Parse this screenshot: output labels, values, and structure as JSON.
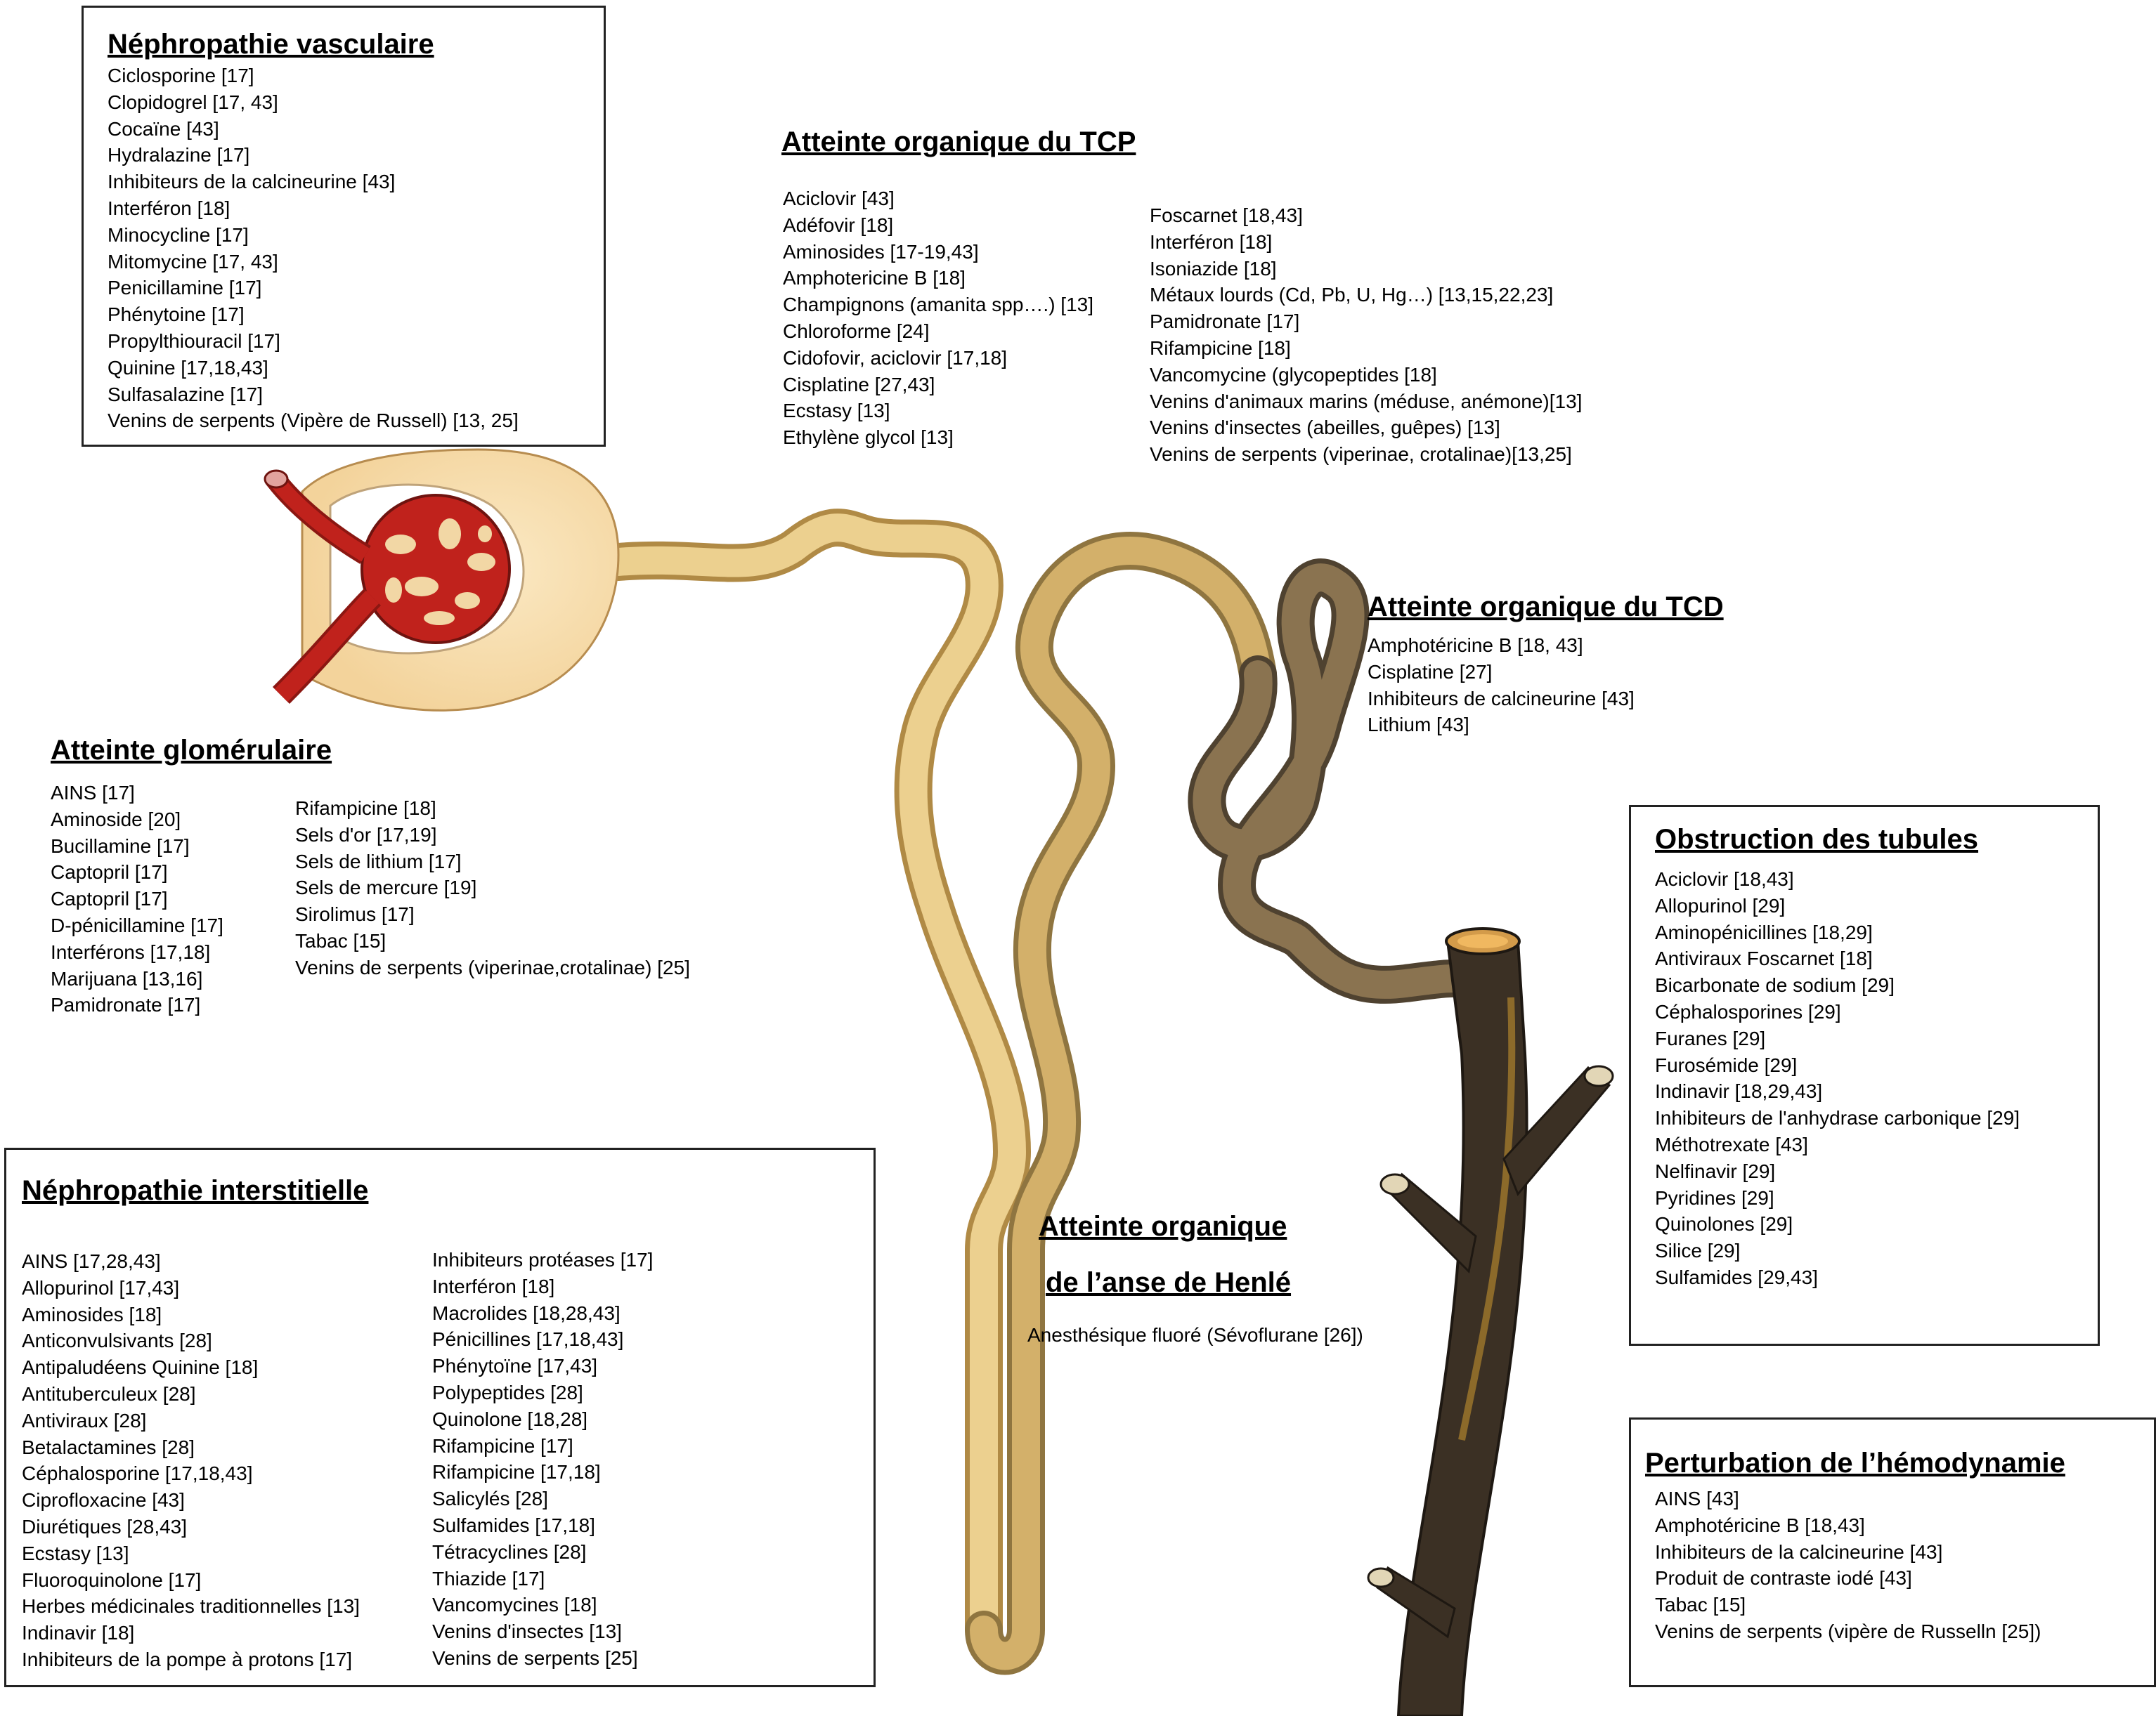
{
  "sections": {
    "vascular": {
      "title": "Néphropathie vasculaire",
      "items": [
        "Ciclosporine [17]",
        "Clopidogrel [17, 43]",
        "Cocaïne [43]",
        "Hydralazine [17]",
        "Inhibiteurs de la calcineurine [43]",
        "Interféron [18]",
        "Minocycline [17]",
        "Mitomycine [17, 43]",
        "Penicillamine [17]",
        "Phénytoine [17]",
        "Propylthiouracil [17]",
        "Quinine [17,18,43]",
        "Sulfasalazine [17]",
        "Venins de serpents (Vipère de Russell) [13, 25]"
      ]
    },
    "tcp": {
      "title": "Atteinte organique du TCP",
      "col1": [
        "Aciclovir [43]",
        "Adéfovir [18]",
        "Aminosides [17-19,43]",
        "Amphotericine B [18]",
        "Champignons (amanita spp….) [13]",
        "Chloroforme [24]",
        "Cidofovir, aciclovir [17,18]",
        "Cisplatine [27,43]",
        "Ecstasy [13]",
        "Ethylène glycol [13]"
      ],
      "col2": [
        "Foscarnet [18,43]",
        "Interféron [18]",
        "Isoniazide [18]",
        "Métaux lourds (Cd, Pb, U, Hg…) [13,15,22,23]",
        "Pamidronate [17]",
        "Rifampicine [18]",
        "Vancomycine (glycopeptides [18]",
        "Venins d'animaux marins (méduse, anémone)[13]",
        "Venins d'insectes (abeilles, guêpes) [13]",
        "Venins de serpents (viperinae, crotalinae)[13,25]"
      ]
    },
    "tcd": {
      "title": "Atteinte organique du TCD",
      "items": [
        "Amphotéricine B [18, 43]",
        "Cisplatine [27]",
        "Inhibiteurs de calcineurine [43]",
        "Lithium [43]"
      ]
    },
    "glomerular": {
      "title": "Atteinte glomérulaire",
      "col1": [
        "AINS [17]",
        "Aminoside [20]",
        "Bucillamine [17]",
        "Captopril [17]",
        "Captopril [17]",
        "D-pénicillamine [17]",
        "Interférons [17,18]",
        "Marijuana [13,16]",
        "Pamidronate [17]"
      ],
      "col2": [
        "Rifampicine [18]",
        "Sels d'or [17,19]",
        "Sels de lithium [17]",
        "Sels de mercure [19]",
        "Sirolimus [17]",
        "Tabac [15]",
        "Venins de serpents (viperinae,crotalinae) [25]"
      ]
    },
    "obstruction": {
      "title": "Obstruction des tubules",
      "items": [
        "Aciclovir [18,43]",
        "Allopurinol [29]",
        "Aminopénicillines [18,29]",
        "Antiviraux Foscarnet [18]",
        "Bicarbonate de sodium [29]",
        "Céphalosporines [29]",
        "Furanes [29]",
        "Furosémide [29]",
        "Indinavir [18,29,43]",
        "Inhibiteurs de l'anhydrase carbonique [29]",
        "Méthotrexate [43]",
        "Nelfinavir [29]",
        "Pyridines [29]",
        "Quinolones [29]",
        "Silice [29]",
        "Sulfamides [29,43]"
      ]
    },
    "interstitial": {
      "title": "Néphropathie interstitielle",
      "col1": [
        "AINS [17,28,43]",
        "Allopurinol [17,43]",
        "Aminosides [18]",
        "Anticonvulsivants [28]",
        "Antipaludéens Quinine [18]",
        "Antituberculeux [28]",
        "Antiviraux [28]",
        "Betalactamines [28]",
        "Céphalosporine [17,18,43]",
        "Ciprofloxacine [43]",
        "Diurétiques [28,43]",
        "Ecstasy [13]",
        "Fluoroquinolone [17]",
        "Herbes médicinales traditionnelles [13]",
        "Indinavir [18]",
        "Inhibiteurs de la pompe à protons [17]"
      ],
      "col2": [
        "Inhibiteurs protéases [17]",
        "Interféron [18]",
        "Macrolides [18,28,43]",
        "Pénicillines [17,18,43]",
        "Phénytoïne [17,43]",
        "Polypeptides [28]",
        "Quinolone [18,28]",
        "Rifampicine [17]",
        "Rifampicine [17,18]",
        "Salicylés [28]",
        "Sulfamides [17,18]",
        "Tétracyclines [28]",
        "Thiazide [17]",
        "Vancomycines [18]",
        "Venins d'insectes [13]",
        "Venins de serpents [25]"
      ]
    },
    "henle": {
      "title_line1": "Atteinte organique",
      "title_line2": "de l’anse de Henlé",
      "item": "Anesthésique fluoré (Sévoflurane [26])"
    },
    "hemodynamic": {
      "title": "Perturbation de l’hémodynamie",
      "items": [
        "AINS [43]",
        "Amphotéricine B [18,43]",
        "Inhibiteurs de la calcineurine [43]",
        "Produit de contraste iodé [43]",
        "Tabac [15]",
        "Venins de serpents (vipère de Russelln [25])"
      ]
    }
  },
  "colors": {
    "vessel_red": "#c0221c",
    "capsule_cream": "#f6dfb0",
    "tubule_tan": "#e6c27a",
    "tubule_dark": "#6a5a3e",
    "collecting_duct": "#3b3024",
    "border": "#222222"
  }
}
